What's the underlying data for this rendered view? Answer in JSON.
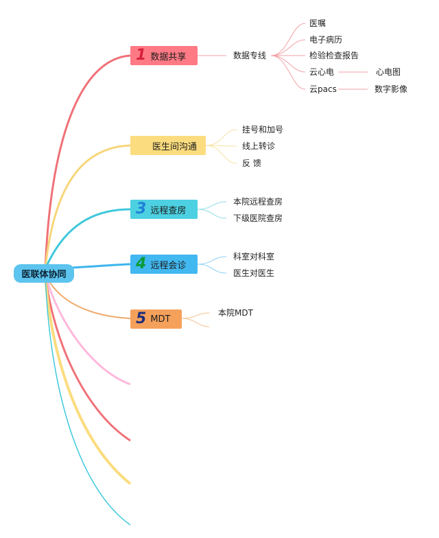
{
  "root": {
    "label": "医联体协同",
    "color": "#5cc4ee"
  },
  "branches": [
    {
      "num": "1",
      "label": "数据共享",
      "fill": "#ff7a85",
      "num_color": "#d8213a",
      "line_color": "#f07178",
      "children": [
        {
          "label": "数据专线",
          "children": [
            {
              "label": "医嘱"
            },
            {
              "label": "电子病历"
            },
            {
              "label": "检验检查报告"
            },
            {
              "label": "云心电",
              "children": [
                {
                  "label": "心电图"
                }
              ]
            },
            {
              "label": "云pacs",
              "children": [
                {
                  "label": "数字影像"
                }
              ]
            }
          ]
        }
      ]
    },
    {
      "num": "",
      "label": "医生间沟通",
      "fill": "#fbdc7e",
      "num_color": "#e0a020",
      "line_color": "#f7d67a",
      "children": [
        {
          "label": "挂号和加号"
        },
        {
          "label": "线上转诊"
        },
        {
          "label": "反 馈"
        }
      ]
    },
    {
      "num": "3",
      "label": "远程查房",
      "fill": "#4dd0e1",
      "num_color": "#1e7fd6",
      "line_color": "#3ec8dc",
      "children": [
        {
          "label": "本院远程查房"
        },
        {
          "label": "下级医院查房"
        }
      ]
    },
    {
      "num": "4",
      "label": "远程会诊",
      "fill": "#42b8f0",
      "num_color": "#0c9a3a",
      "line_color": "#3cb4ec",
      "children": [
        {
          "label": "科室对科室"
        },
        {
          "label": "医生对医生"
        }
      ]
    },
    {
      "num": "5",
      "label": "MDT",
      "fill": "#f5a15c",
      "num_color": "#1f2f7a",
      "line_color": "#f0a868",
      "children": [
        {
          "label": "本院MDT"
        }
      ]
    }
  ],
  "extra_branch_colors": [
    "#ffb8dc",
    "#f07178",
    "#fbdc7e",
    "#3ec8dc"
  ]
}
